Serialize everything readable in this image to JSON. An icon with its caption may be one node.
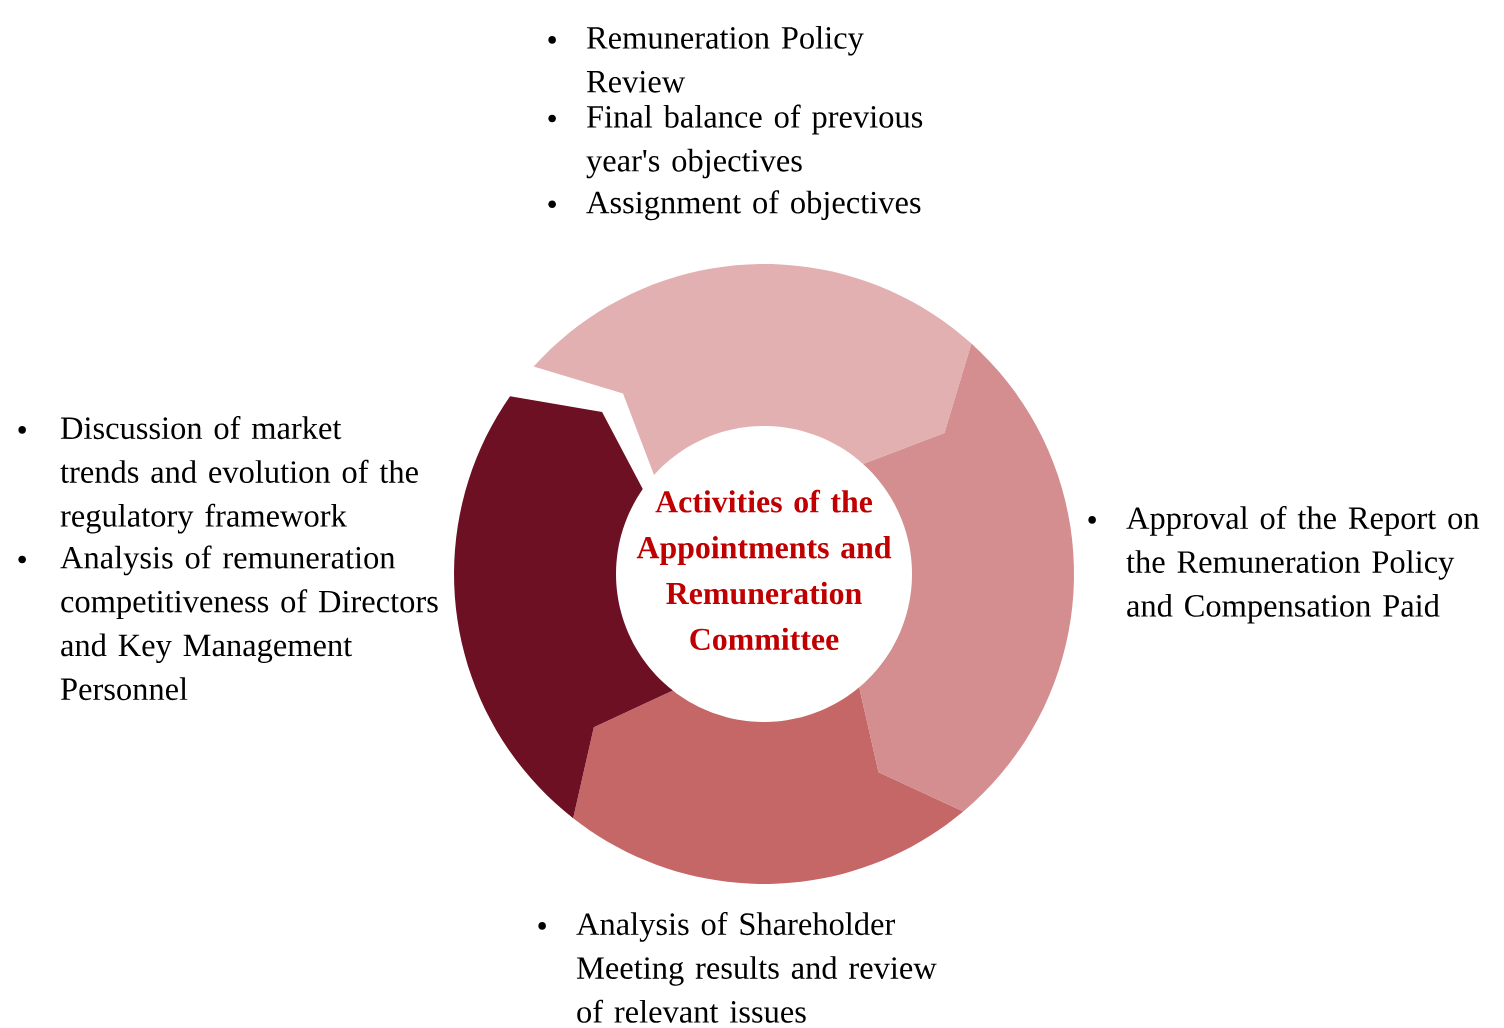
{
  "diagram": {
    "nodes": [
      {
        "text": [
          "Activities of the Appointments and Remuneration Committee"
        ]
      },
      {
        "text": [],
        "shape": "arc",
        "beside": [
          "Remuneration Policy Review",
          "Final balance of previous year's objectives",
          "Assignment of objectives"
        ]
      },
      {
        "text": [],
        "shape": "arc",
        "beside": [
          "Approval of the Report on the Remuneration Policy and Compensation Paid"
        ]
      },
      {
        "text": [],
        "shape": "arc",
        "beside": [
          "Analysis of Shareholder Meeting results and review of relevant issues"
        ]
      },
      {
        "text": [],
        "shape": "arc",
        "beside": [
          "Discussion of market trends and evolution of the regulatory framework",
          "Analysis of remuneration competitiveness of Directors and Key Management Personnel"
        ]
      }
    ]
  }
}
